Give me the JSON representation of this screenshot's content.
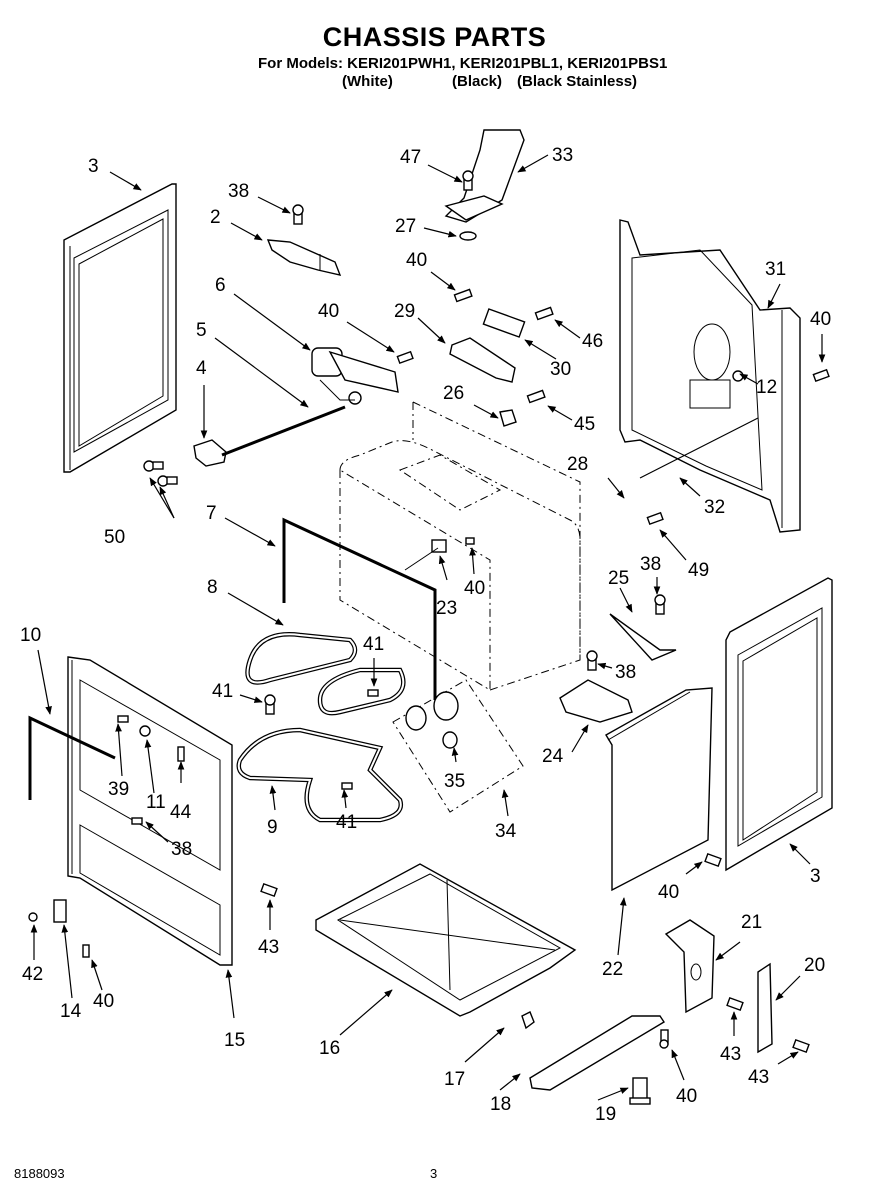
{
  "header": {
    "title": "CHASSIS PARTS",
    "models_line": "For Models: KERI201PWH1, KERI201PBL1, KERI201PBS1",
    "color_variants": [
      "(White)",
      "(Black)",
      "(Black Stainless)"
    ]
  },
  "footer": {
    "document_number": "8188093",
    "page_number": "3"
  },
  "parts": {
    "p2": "2",
    "p3a": "3",
    "p3b": "3",
    "p4": "4",
    "p5": "5",
    "p6": "6",
    "p7": "7",
    "p8": "8",
    "p9": "9",
    "p10": "10",
    "p11": "11",
    "p12": "12",
    "p14": "14",
    "p15": "15",
    "p16": "16",
    "p17": "17",
    "p18": "18",
    "p19": "19",
    "p20": "20",
    "p21": "21",
    "p22": "22",
    "p23": "23",
    "p24": "24",
    "p25": "25",
    "p26": "26",
    "p27": "27",
    "p28": "28",
    "p29": "29",
    "p30": "30",
    "p31": "31",
    "p32": "32",
    "p33": "33",
    "p34": "34",
    "p35": "35",
    "p38a": "38",
    "p38b": "38",
    "p38c": "38",
    "p38d": "38",
    "p39": "39",
    "p40a": "40",
    "p40b": "40",
    "p40c": "40",
    "p40d": "40",
    "p40e": "40",
    "p40f": "40",
    "p40g": "40",
    "p41a": "41",
    "p41b": "41",
    "p41c": "41",
    "p42": "42",
    "p43a": "43",
    "p43b": "43",
    "p43c": "43",
    "p44": "44",
    "p45": "45",
    "p46": "46",
    "p47": "47",
    "p49": "49",
    "p50": "50"
  }
}
